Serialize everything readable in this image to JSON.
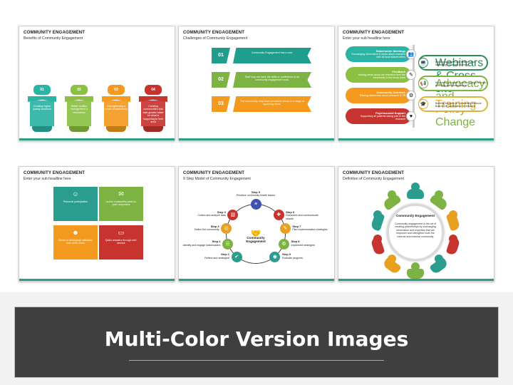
{
  "slides": [
    {
      "title": "COMMUNITY ENGAGEMENT",
      "subtitle": "Benefits of Community Engagement",
      "cards": [
        {
          "num": "01",
          "text": "Creating higher quality solutions",
          "color": "#2bb3a3"
        },
        {
          "num": "02",
          "text": "Better conflict management & resolutions",
          "color": "#8cc043"
        },
        {
          "num": "03",
          "text": "Strengthening a sense of community",
          "color": "#f39a1f"
        },
        {
          "num": "04",
          "text": "Creating communities that take greater stake for what is happening in their area",
          "color": "#c7342f"
        }
      ]
    },
    {
      "title": "COMMUNITY ENGAGEMENT",
      "subtitle": "Challenges of Community Engagement",
      "items": [
        {
          "num": "01",
          "text": "Community Engagement has a cost.",
          "color": "#1f9e8e"
        },
        {
          "num": "02",
          "text": "Staff may not have the skills or confidence to do community engagement work.",
          "color": "#7cb342"
        },
        {
          "num": "03",
          "text": "The community may have unrealistic views or a range of opposing views.",
          "color": "#f39a1f"
        }
      ]
    },
    {
      "title": "COMMUNITY ENGAGEMENT",
      "subtitle": "Enter your sub headline here",
      "left": [
        {
          "title": "Stakeholder Meetings",
          "text": "Exchanging information & ideas about research with all local stakeholders",
          "color": "#2bb3a3",
          "icon": "people-icon",
          "glyph": "👥"
        },
        {
          "title": "Feedback",
          "text": "Having views about the research from the community & the study team",
          "color": "#8cc043",
          "icon": "feedback-icon",
          "glyph": "✎"
        },
        {
          "title": "Community Outreach",
          "text": "Raising awareness about research & TB",
          "color": "#f39a1f",
          "icon": "outreach-icon",
          "glyph": "⚙"
        },
        {
          "title": "Psychosocial Support",
          "text": "Supporting all patients taking part in the research",
          "color": "#c7342f",
          "icon": "support-icon",
          "glyph": "♥"
        }
      ],
      "right": [
        {
          "title": "Webinars & Cross-site Activities",
          "text": "Building a global CAB network and facilitating cross-site learning",
          "color": "#2e8b57",
          "icon": "webinar-icon",
          "glyph": "💻"
        },
        {
          "title": "Advocacy and Policy Change",
          "text": "Influencing program & policy change through meetings with policymakers",
          "color": "#7cb342",
          "icon": "advocacy-icon",
          "glyph": "📢"
        },
        {
          "title": "Training",
          "text": "Building capacity of Community Advisors Boards for participation in research",
          "color": "#e0b23a",
          "icon": "training-icon",
          "glyph": "🎓"
        }
      ]
    },
    {
      "title": "COMMUNITY ENGAGEMENT",
      "subtitle": "Enter your sub headline here",
      "tiles": [
        {
          "text": "Personal participation",
          "color": "#2a9d8f",
          "icon": "person-icon",
          "glyph": "☺"
        },
        {
          "text": "Useful, trustworthy peer-to-peer responses",
          "color": "#7cb342",
          "icon": "chat-icon",
          "glyph": "✉"
        },
        {
          "text": "Sense of belonging/ validation from other users",
          "color": "#f39a1f",
          "icon": "group-icon",
          "glyph": "☻"
        },
        {
          "text": "Quick answers through self-service",
          "color": "#c7342f",
          "icon": "screen-icon",
          "glyph": "▭"
        }
      ]
    },
    {
      "title": "COMMUNITY ENGAGEMENT",
      "subtitle": "9 Step Model of Community Engagement",
      "center": "Community Engagement",
      "steps": [
        {
          "label": "Step 1",
          "text": "Reflect and strategize",
          "color": "#2a9d8f",
          "glyph": "✔"
        },
        {
          "label": "Step 2",
          "text": "Identify and engage stakeholders",
          "color": "#7cb342",
          "glyph": "☰"
        },
        {
          "label": "Step 3",
          "text": "Define the community",
          "color": "#e8a020",
          "glyph": "◎"
        },
        {
          "label": "Step 4",
          "text": "Collect and analyze data",
          "color": "#c7342f",
          "glyph": "▥"
        },
        {
          "label": "Step 5",
          "text": "Prioritize community health issues",
          "color": "#3f51b5",
          "glyph": "≡"
        },
        {
          "label": "Step 6",
          "text": "Document and communicate results",
          "color": "#c7342f",
          "glyph": "✚"
        },
        {
          "label": "Step 7",
          "text": "Plan implementation strategies",
          "color": "#e8a020",
          "glyph": "✎"
        },
        {
          "label": "Step 8",
          "text": "Implement strategies",
          "color": "#7cb342",
          "glyph": "⚙"
        },
        {
          "label": "Step 9",
          "text": "Evaluate progress",
          "color": "#2a9d8f",
          "glyph": "◉"
        }
      ]
    },
    {
      "title": "COMMUNITY ENGAGEMENT",
      "subtitle": "Definition of Community Engagement",
      "center_title": "Community Engagement",
      "center_text": "Community engagement is the art of creating partnerships by exchanging information and expertise that will empower and strengthen both the internal and external community",
      "people_colors": [
        "#2a9d8f",
        "#7cb342",
        "#e8a020",
        "#c7342f",
        "#2a9d8f",
        "#7cb342",
        "#e8a020",
        "#c7342f",
        "#2a9d8f",
        "#7cb342"
      ]
    }
  ],
  "banner": {
    "title": "Multi-Color Version Images"
  }
}
